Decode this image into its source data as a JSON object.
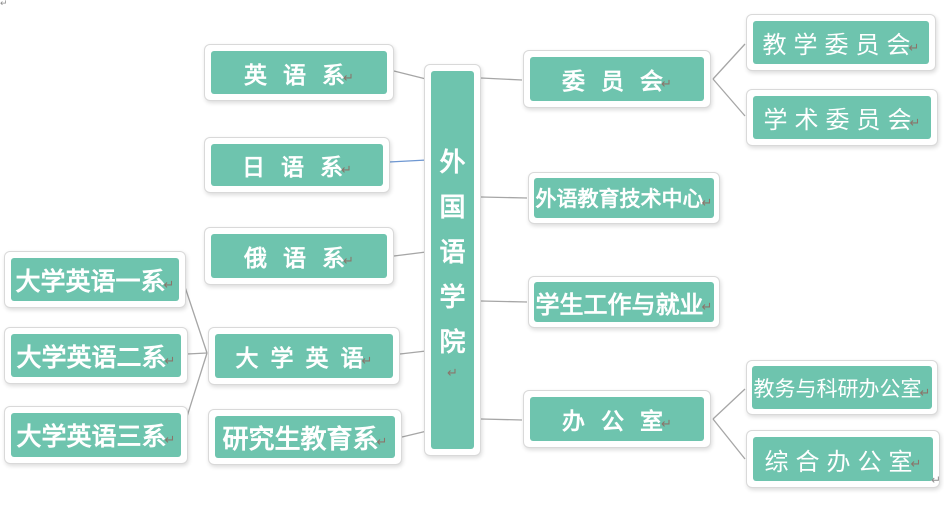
{
  "colors": {
    "node_fill": "#6ec4ae",
    "node_border": "#d9d9d9",
    "connector": "#a6a6a6",
    "connector_selected": "#6e97d2",
    "label_text": "#ffffff",
    "format_mark": "#8a756b"
  },
  "marks": {
    "return_mark": "↵"
  },
  "center": {
    "label": "外国语学院",
    "chars": [
      "外",
      "国",
      "语",
      "学",
      "院"
    ]
  },
  "nodes": {
    "english": {
      "label": "英语系"
    },
    "japanese": {
      "label": "日语系"
    },
    "russian": {
      "label": "俄语系"
    },
    "college_english": {
      "label": "大学英语"
    },
    "graduate": {
      "label": "研究生教育系"
    },
    "college_english_1": {
      "label": "大学英语一系"
    },
    "college_english_2": {
      "label": "大学英语二系"
    },
    "college_english_3": {
      "label": "大学英语三系"
    },
    "committee": {
      "label": "委员会"
    },
    "tech_center": {
      "label": "外语教育技术中心"
    },
    "student_work": {
      "label": "学生工作与就业"
    },
    "office": {
      "label": "办公室"
    },
    "teaching_committee": {
      "label": "教学委员会"
    },
    "academic_committee": {
      "label": "学术委员会"
    },
    "academic_affairs_office": {
      "label": "教务与科研办公室"
    },
    "general_office": {
      "label": "综合办公室"
    }
  },
  "edges": [
    {
      "from": "外国语学院",
      "to": "英语系"
    },
    {
      "from": "外国语学院",
      "to": "日语系",
      "selected": true
    },
    {
      "from": "外国语学院",
      "to": "俄语系"
    },
    {
      "from": "外国语学院",
      "to": "大学英语"
    },
    {
      "from": "外国语学院",
      "to": "研究生教育系"
    },
    {
      "from": "外国语学院",
      "to": "委员会"
    },
    {
      "from": "外国语学院",
      "to": "外语教育技术中心"
    },
    {
      "from": "外国语学院",
      "to": "学生工作与就业"
    },
    {
      "from": "外国语学院",
      "to": "办公室"
    },
    {
      "from": "大学英语",
      "to": "大学英语一系"
    },
    {
      "from": "大学英语",
      "to": "大学英语二系"
    },
    {
      "from": "大学英语",
      "to": "大学英语三系"
    },
    {
      "from": "委员会",
      "to": "教学委员会"
    },
    {
      "from": "委员会",
      "to": "学术委员会"
    },
    {
      "from": "办公室",
      "to": "教务与科研办公室"
    },
    {
      "from": "办公室",
      "to": "综合办公室"
    }
  ]
}
